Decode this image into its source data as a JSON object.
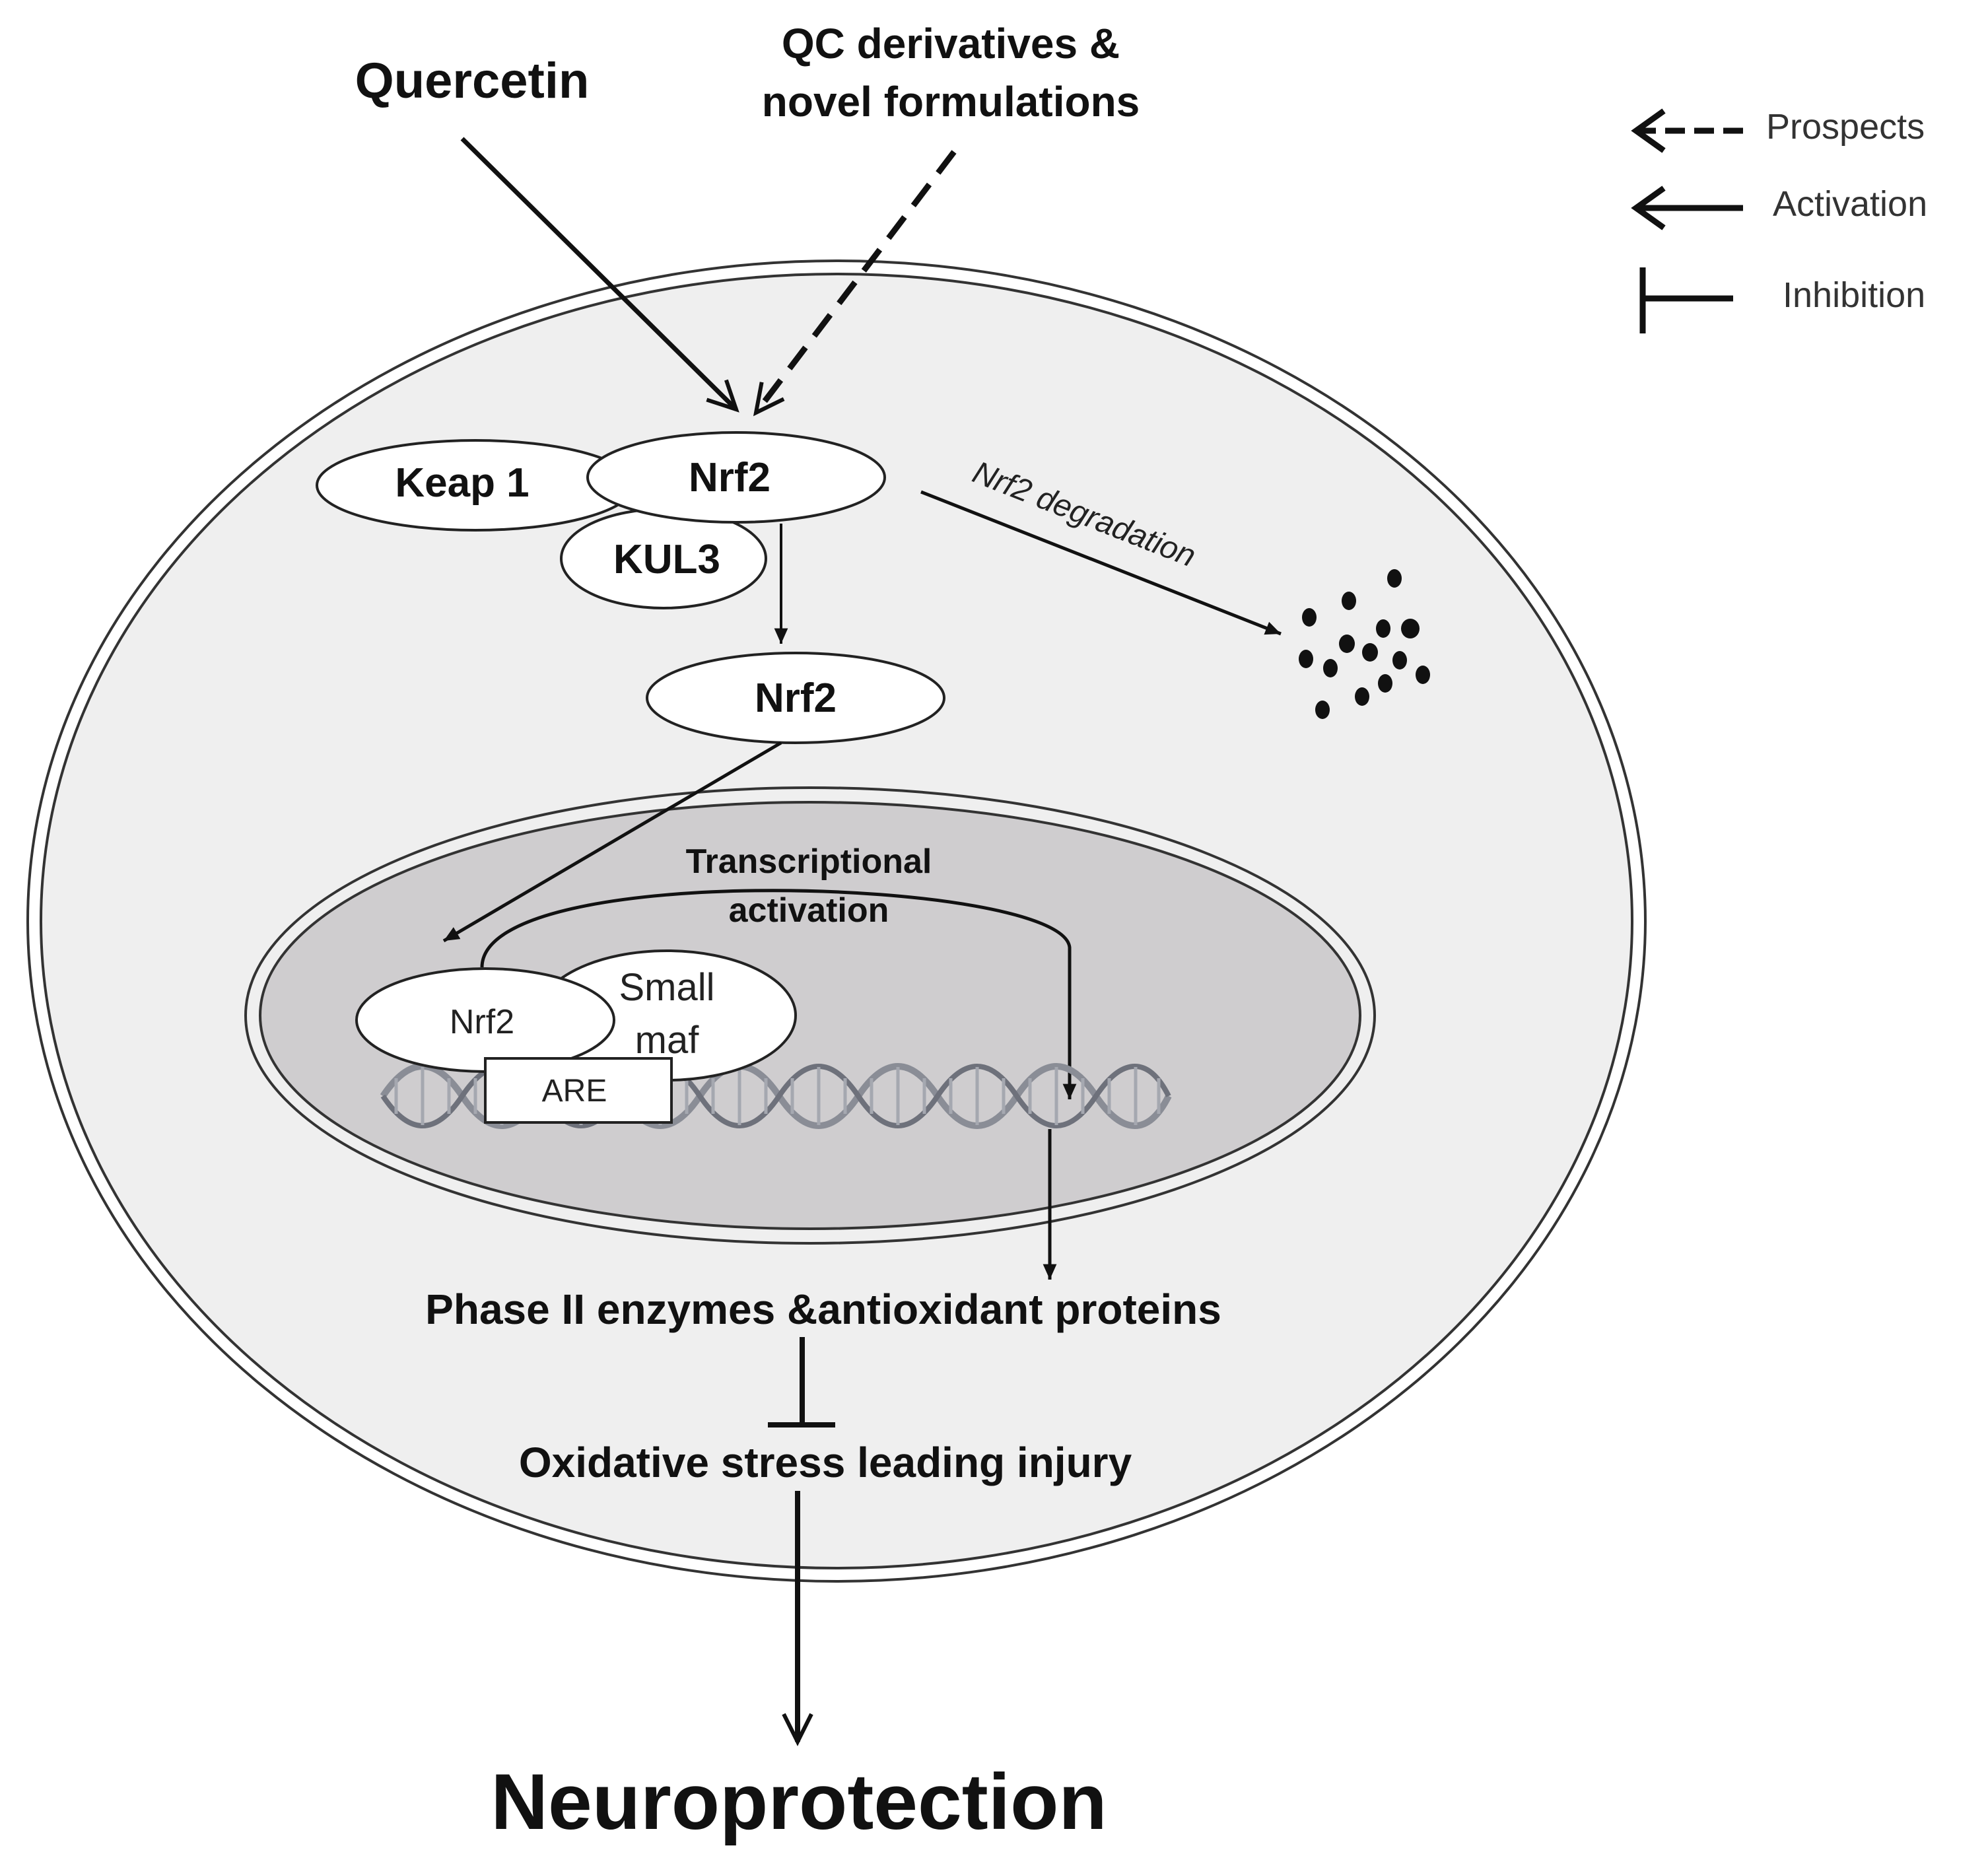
{
  "inputs": {
    "quercetin": "Quercetin",
    "qc_line1": "QC derivatives &",
    "qc_line2": "novel formulations"
  },
  "legend": {
    "prospects": "Prospects",
    "activation": "Activation",
    "inhibition": "Inhibition"
  },
  "cytoplasm": {
    "keap1": "Keap 1",
    "nrf2_bound": "Nrf2",
    "kul3": "KUL3",
    "nrf2_free": "Nrf2",
    "degradation": "Nrf2  degradation"
  },
  "nucleus": {
    "transcription_line1": "Transcriptional",
    "transcription_line2": "activation",
    "nrf2": "Nrf2",
    "small_maf_line1": "Small",
    "small_maf_line2": "maf",
    "are": "ARE"
  },
  "outputs": {
    "phase2": "Phase II  enzymes &antioxidant proteins",
    "oxidative": "Oxidative  stress  leading injury",
    "neuroprotection": "Neuroprotection"
  },
  "colors": {
    "cell_fill": "#efefef",
    "nucleus_fill": "#cfcdcf",
    "ink": "#111111",
    "dna": "#8a8d96"
  }
}
